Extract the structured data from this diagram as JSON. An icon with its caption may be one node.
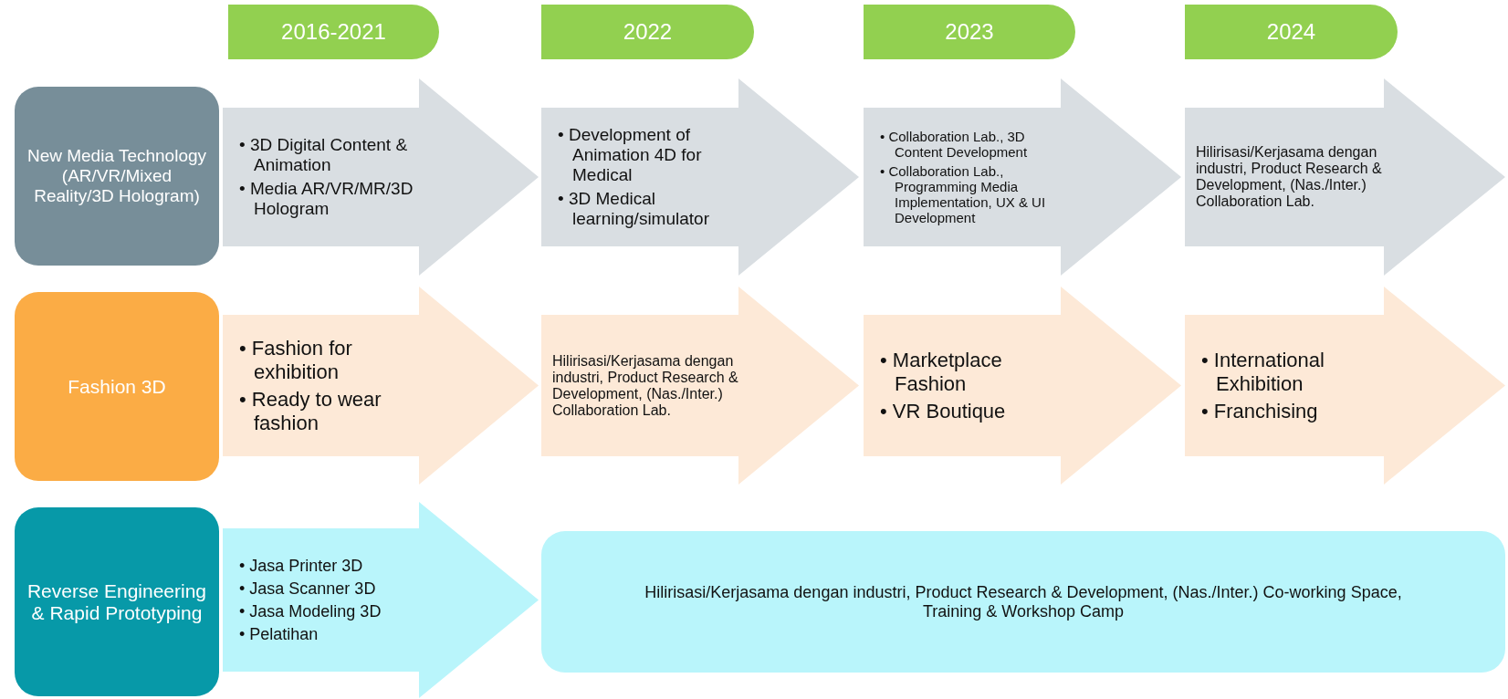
{
  "diagram": {
    "nodes": [
      {
        "text": [
          "2016-2021"
        ]
      },
      {
        "text": [
          "2022"
        ]
      },
      {
        "text": [
          "2023"
        ]
      },
      {
        "text": [
          "2024"
        ]
      },
      {
        "text": [
          "New Media Technology (AR/VR/Mixed Reality/3D Hologram)"
        ]
      },
      {
        "text": [
          "• 3D Digital Content & Animation",
          "• Media AR/VR/MR/3D Hologram"
        ]
      },
      {
        "text": [
          "• Development of Animation 4D for Medical",
          "• 3D Medical learning/simulator"
        ]
      },
      {
        "text": [
          "• Collaboration Lab., 3D Content Development",
          "• Collaboration Lab., Programming Media Implementation, UX & UI Development"
        ]
      },
      {
        "text": [
          "Hilirisasi/Kerjasama dengan industri, Product Research & Development, (Nas./Inter.) Collaboration Lab."
        ]
      },
      {
        "text": [
          "Fashion 3D"
        ]
      },
      {
        "text": [
          "• Fashion for exhibition",
          "• Ready to wear fashion"
        ]
      },
      {
        "text": [
          "Hilirisasi/Kerjasama dengan industri, Product Research & Development, (Nas./Inter.) Collaboration Lab."
        ]
      },
      {
        "text": [
          "• Marketplace Fashion",
          "• VR Boutique"
        ]
      },
      {
        "text": [
          "• International Exhibition",
          "• Franchising"
        ]
      },
      {
        "text": [
          "Reverse Engineering & Rapid Prototyping"
        ]
      },
      {
        "text": [
          "• Jasa Printer 3D",
          "• Jasa Scanner 3D",
          "• Jasa Modeling 3D",
          "• Pelatihan"
        ]
      },
      {
        "text": [
          "Hilirisasi/Kerjasama dengan industri, Product Research & Development, (Nas./Inter.) Co-working Space, Training & Workshop Camp"
        ]
      }
    ],
    "edges": []
  }
}
